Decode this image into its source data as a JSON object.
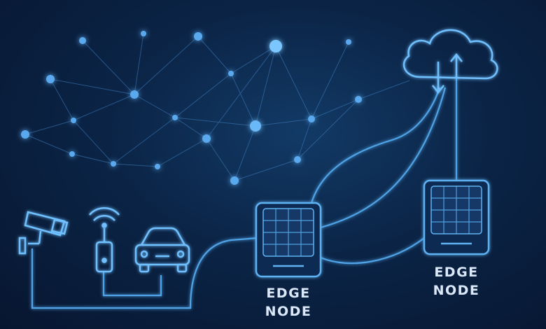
{
  "nodes": [
    {
      "label_line1": "EDGE",
      "label_line2": "NODE"
    },
    {
      "label_line1": "EDGE",
      "label_line2": "NODE"
    }
  ],
  "devices": [
    {
      "icon": "security-camera-icon"
    },
    {
      "icon": "wireless-sensor-icon"
    },
    {
      "icon": "car-icon"
    }
  ],
  "cloud": {
    "icon": "cloud-icon"
  },
  "colors": {
    "line": "#4fa3e6",
    "glow": "#6fc0ff",
    "background": "#0b2446"
  }
}
